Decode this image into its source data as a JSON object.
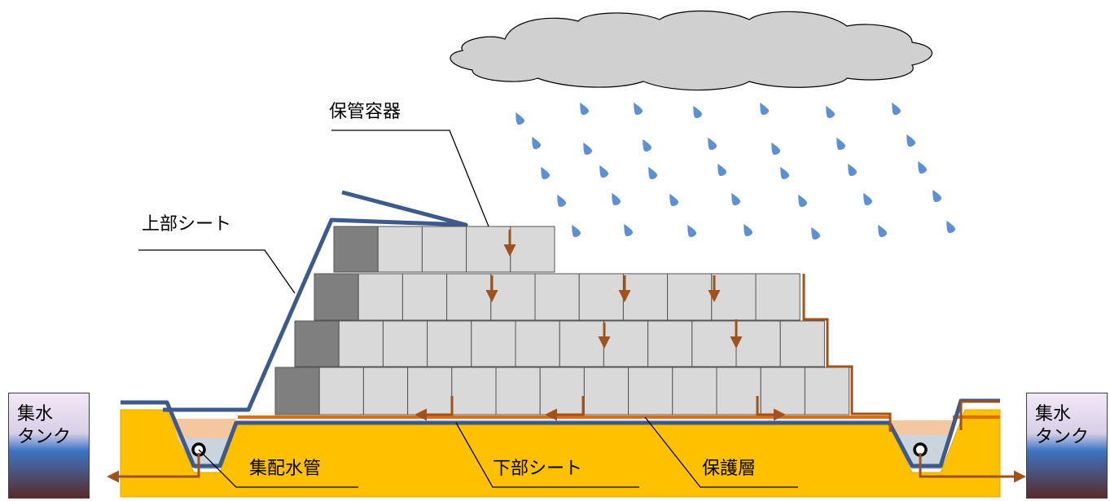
{
  "labels": {
    "container": "保管容器",
    "upper_sheet": "上部シート",
    "drain_pipe": "集配水管",
    "lower_sheet": "下部シート",
    "protective_layer": "保護層"
  },
  "tanks": {
    "left": {
      "line1": "集水",
      "line2": "タンク"
    },
    "right": {
      "line1": "集水",
      "line2": "タンク"
    }
  },
  "icons": {
    "cloud": "cloud-icon",
    "rain": "raindrop-icon",
    "flow": "water-flow-arrow"
  },
  "colors": {
    "ground": "#ffc000",
    "protective_layer": "#e36c0a",
    "sheet": "#3c5a8c",
    "container": "#d9d9d9",
    "container_dark": "#7f7f7f",
    "flow_arrow": "#a0521a",
    "rain": "#5b8fd6",
    "cloud": "#d0d0d0",
    "ditch_water": "#c9d4dc",
    "ditch_upper": "#f4c7a0"
  }
}
